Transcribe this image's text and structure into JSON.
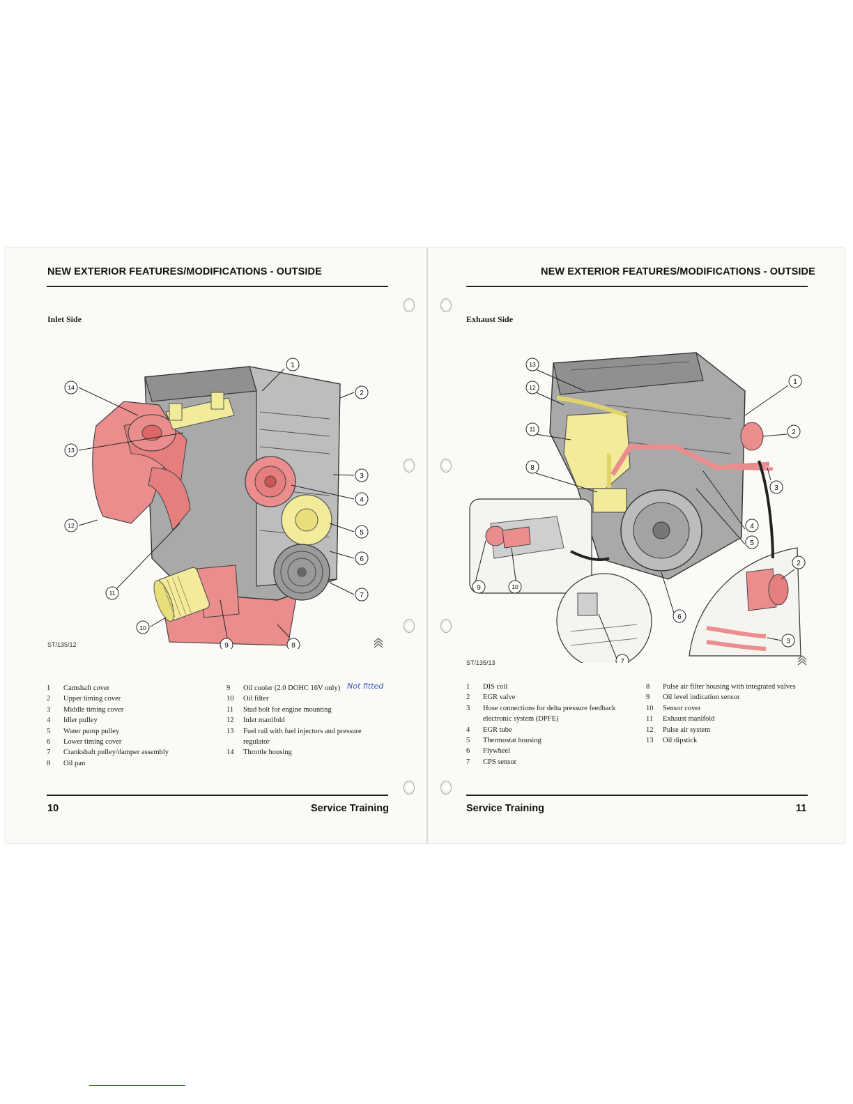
{
  "left_page": {
    "header": "NEW EXTERIOR FEATURES/MODIFICATIONS - OUTSIDE",
    "section_title": "Inlet Side",
    "figure_code": "ST/135/12",
    "callouts": [
      "1",
      "2",
      "3",
      "4",
      "5",
      "6",
      "7",
      "8",
      "9",
      "10",
      "11",
      "12",
      "13",
      "14"
    ],
    "legend_col1": [
      {
        "num": "1",
        "text": "Camshaft cover"
      },
      {
        "num": "2",
        "text": "Upper timing cover"
      },
      {
        "num": "3",
        "text": "Middle timing cover"
      },
      {
        "num": "4",
        "text": "Idler pulley"
      },
      {
        "num": "5",
        "text": "Water pump pulley"
      },
      {
        "num": "6",
        "text": "Lower timing cover"
      },
      {
        "num": "7",
        "text": "Crankshaft pulley/damper assembly"
      },
      {
        "num": "8",
        "text": "Oil pan"
      }
    ],
    "legend_col2": [
      {
        "num": "9",
        "text": "Oil cooler (2.0 DOHC 16V only)"
      },
      {
        "num": "10",
        "text": "Oil filter"
      },
      {
        "num": "11",
        "text": "Stud bolt for engine mounting"
      },
      {
        "num": "12",
        "text": "Inlet manifold"
      },
      {
        "num": "13",
        "text": "Fuel rail with fuel injectors and pressure regulator"
      },
      {
        "num": "14",
        "text": "Throttle housing"
      }
    ],
    "handwritten_note": "Not fitted",
    "page_number": "10",
    "footer_label": "Service Training"
  },
  "right_page": {
    "header": "NEW EXTERIOR FEATURES/MODIFICATIONS - OUTSIDE",
    "section_title": "Exhaust Side",
    "figure_code": "ST/135/13",
    "callouts": [
      "1",
      "2",
      "3",
      "4",
      "5",
      "6",
      "7",
      "8",
      "9",
      "10",
      "11",
      "12",
      "13"
    ],
    "legend_col1": [
      {
        "num": "1",
        "text": "DIS coil"
      },
      {
        "num": "2",
        "text": "EGR valve"
      },
      {
        "num": "3",
        "text": "Hose connections for delta pressure feedback electronic system (DPFE)"
      },
      {
        "num": "4",
        "text": "EGR tube"
      },
      {
        "num": "5",
        "text": "Thermostat housing"
      },
      {
        "num": "6",
        "text": "Flywheel"
      },
      {
        "num": "7",
        "text": "CPS sensor"
      }
    ],
    "legend_col2": [
      {
        "num": "8",
        "text": "Pulse air filter housing with integrated valves"
      },
      {
        "num": "9",
        "text": "Oil level indication sensor"
      },
      {
        "num": "10",
        "text": "Sensor cover"
      },
      {
        "num": "11",
        "text": "Exhaust manifold"
      },
      {
        "num": "12",
        "text": "Pulse air system"
      },
      {
        "num": "13",
        "text": "Oil dipstick"
      }
    ],
    "footer_label": "Service Training",
    "page_number": "11"
  },
  "colors": {
    "highlight_red": "#ec8d8d",
    "highlight_yellow": "#f2eb9a",
    "engine_grey": "#a9a9a9",
    "text": "#1a1a1a"
  }
}
